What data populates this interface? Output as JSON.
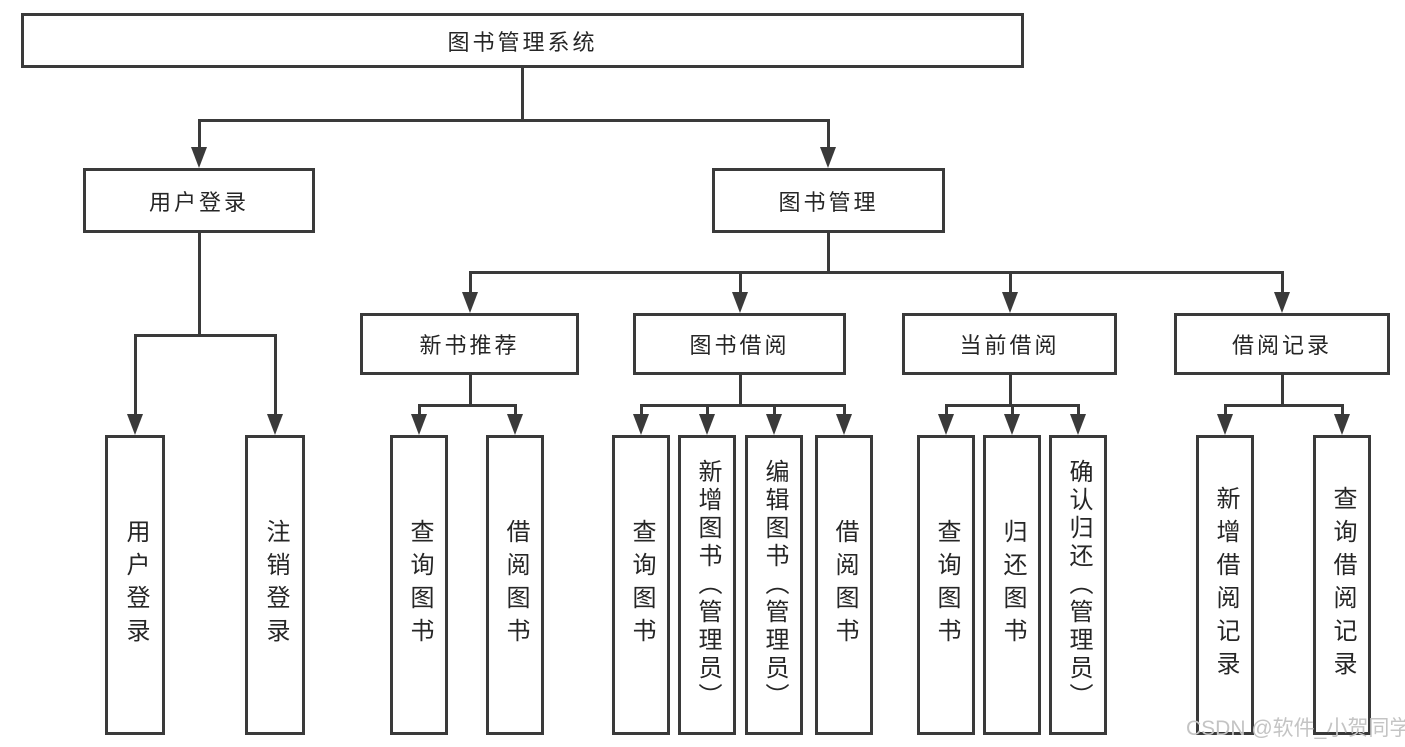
{
  "nodes": {
    "root": "图书管理系统",
    "level2": {
      "user_login": "用户登录",
      "book_mgmt": "图书管理"
    },
    "level3": {
      "new_books": "新书推荐",
      "book_borrow": "图书借阅",
      "current_borrow": "当前借阅",
      "borrow_records": "借阅记录"
    },
    "leaves": {
      "user_login_leaf": "用户登录",
      "logout": "注销登录",
      "nb_query": "查询图书",
      "nb_borrow": "借阅图书",
      "bb_query": "查询图书",
      "bb_add": "新增图书（管理员）",
      "bb_edit": "编辑图书（管理员）",
      "bb_borrow": "借阅图书",
      "cb_query": "查询图书",
      "cb_return": "归还图书",
      "cb_confirm": "确认归还（管理员）",
      "br_add": "新增借阅记录",
      "br_query": "查询借阅记录"
    }
  },
  "watermark": "CSDN @软件_小贺同学",
  "colors": {
    "line": "#3a3a3a",
    "text": "#262626",
    "watermark": "#c4c4c4",
    "background": "#ffffff"
  }
}
